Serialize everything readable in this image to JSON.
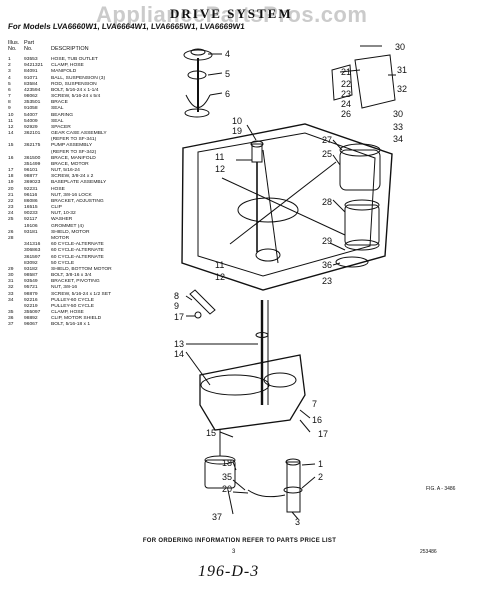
{
  "watermark": "AppliancePartsPros.com",
  "title": "DRIVE SYSTEM",
  "models": "For Models LVA6660W1, LVA6664W1, LVA6665W1, LVA6669W1",
  "parts_header": {
    "illus": "Illus.",
    "no": "No.",
    "part": "Part",
    "part_no": "No.",
    "description": "DESCRIPTION"
  },
  "parts": [
    {
      "no": "1",
      "part": "93553",
      "desc": "HOSE, TUB OUTLET"
    },
    {
      "no": "2",
      "part": "9421321",
      "desc": "CLAMP, HOSE"
    },
    {
      "no": "3",
      "part": "84091",
      "desc": "MANIFOLD"
    },
    {
      "no": "4",
      "part": "91071",
      "desc": "BALL, SUSPENSION (3)"
    },
    {
      "no": "5",
      "part": "83584",
      "desc": "ROD, SUSPENSION"
    },
    {
      "no": "6",
      "part": "423594",
      "desc": "BOLT, 5/16-24 x 1-1/4"
    },
    {
      "no": "7",
      "part": "98062",
      "desc": "SCREW, 5/16-24 x 5/4"
    },
    {
      "no": "8",
      "part": "353501",
      "desc": "BRACE"
    },
    {
      "no": "9",
      "part": "91058",
      "desc": "SEAL"
    },
    {
      "no": "10",
      "part": "54007",
      "desc": "BEARING"
    },
    {
      "no": "11",
      "part": "54009",
      "desc": "SEAL"
    },
    {
      "no": "12",
      "part": "92929",
      "desc": "SPACER"
    },
    {
      "no": "14",
      "part": "362101",
      "desc": "GEAR CASE ASSEMBLY"
    },
    {
      "no": "",
      "part": "",
      "desc": "(REFER TO SF-341)"
    },
    {
      "no": "15",
      "part": "362175",
      "desc": "PUMP ASSEMBLY"
    },
    {
      "no": "",
      "part": "",
      "desc": "(REFER TO SF-342)"
    },
    {
      "no": "16",
      "part": "361500",
      "desc": "BRACE, MANIFOLD"
    },
    {
      "no": "",
      "part": "351499",
      "desc": "BRACE, MOTOR"
    },
    {
      "no": "17",
      "part": "96101",
      "desc": "NUT, 5/16-24"
    },
    {
      "no": "18",
      "part": "98877",
      "desc": "SCREW, 3/8-24 x 2"
    },
    {
      "no": "19",
      "part": "369023",
      "desc": "BASEPLATE ASSEMBLY"
    },
    {
      "no": "20",
      "part": "92231",
      "desc": "HOSE"
    },
    {
      "no": "21",
      "part": "96116",
      "desc": "NUT, 3/8-16 LOCK"
    },
    {
      "no": "22",
      "part": "86086",
      "desc": "BRACKET, ADJUSTING"
    },
    {
      "no": "23",
      "part": "16515",
      "desc": "CLIP"
    },
    {
      "no": "24",
      "part": "90233",
      "desc": "NUT, 10-32"
    },
    {
      "no": "25",
      "part": "92117",
      "desc": "WASHER"
    },
    {
      "no": "",
      "part": "19106",
      "desc": "GROMMET (4)"
    },
    {
      "no": "26",
      "part": "93181",
      "desc": "SHIELD, MOTOR"
    },
    {
      "no": "28",
      "part": "",
      "desc": "MOTOR"
    },
    {
      "no": "",
      "part": "341316",
      "desc": "60 CYCLE-ALTERNATE"
    },
    {
      "no": "",
      "part": "306863",
      "desc": "60 CYCLE-ALTERNATE"
    },
    {
      "no": "",
      "part": "361597",
      "desc": "60 CYCLE-ALTERNATE"
    },
    {
      "no": "",
      "part": "83092",
      "desc": "50 CYCLE"
    },
    {
      "no": "29",
      "part": "93182",
      "desc": "SHIELD, BOTTOM MOTOR"
    },
    {
      "no": "30",
      "part": "98587",
      "desc": "BOLT, 3/8-16 x 3/4"
    },
    {
      "no": "31",
      "part": "93549",
      "desc": "BRACKET, PIVOTING"
    },
    {
      "no": "32",
      "part": "95721",
      "desc": "NUT, 3/8-16"
    },
    {
      "no": "33",
      "part": "98879",
      "desc": "SCREW, 5/16-24 x 1/2 SET"
    },
    {
      "no": "34",
      "part": "92216",
      "desc": "PULLEY-60 CYCLE"
    },
    {
      "no": "",
      "part": "92219",
      "desc": "PULLEY-50 CYCLE"
    },
    {
      "no": "35",
      "part": "355097",
      "desc": "CLAMP, HOSE"
    },
    {
      "no": "36",
      "part": "98892",
      "desc": "CLIP, MOTOR SHIELD"
    },
    {
      "no": "37",
      "part": "96067",
      "desc": "BOLT, 5/16-18 x 1"
    }
  ],
  "callouts": [
    "30",
    "21",
    "31",
    "22",
    "23",
    "32",
    "24",
    "26",
    "4",
    "5",
    "6",
    "10",
    "19",
    "11",
    "12",
    "27",
    "25",
    "30",
    "33",
    "34",
    "28",
    "29",
    "36",
    "23",
    "11",
    "12",
    "8",
    "9",
    "17",
    "13",
    "14",
    "7",
    "16",
    "15",
    "17",
    "18",
    "35",
    "20",
    "37",
    "3",
    "1",
    "2"
  ],
  "footer": "FOR ORDERING INFORMATION REFER TO PARTS PRICE LIST",
  "page_number": "3",
  "doc_code": "253486",
  "figure_label": "FIG. A - 3486",
  "handwritten_note": "196-D-3"
}
